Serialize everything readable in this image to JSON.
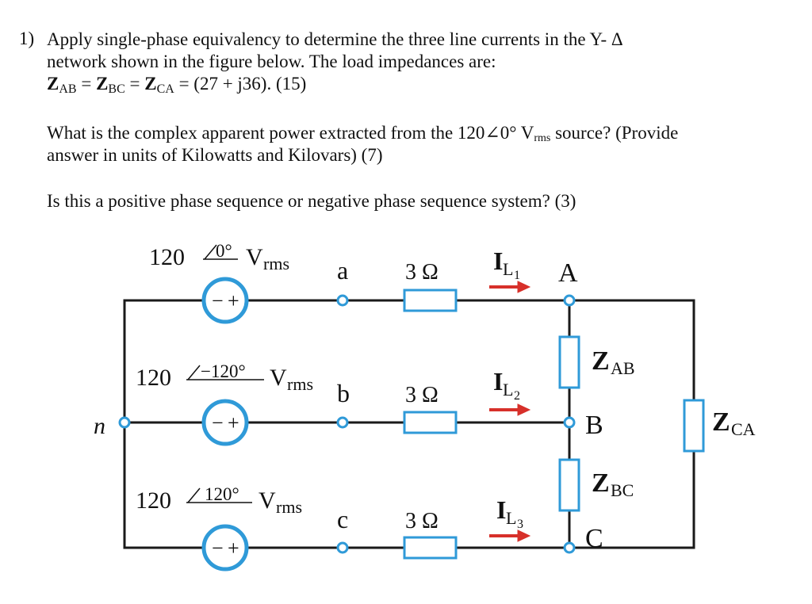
{
  "question": {
    "number": "1)",
    "line1": "Apply single-phase equivalency to determine the three line currents in the Y- Δ",
    "line2": "network shown in the figure below. The load impedances are:",
    "z_ab": "Z",
    "z_ab_sub": "AB",
    "z_bc": "Z",
    "z_bc_sub": "BC",
    "z_ca": "Z",
    "z_ca_sub": "CA",
    "impedance_value": "= (27 + j36). (15)",
    "eq": "=",
    "part2_a": "What is the complex apparent power extracted from the 120∠0° V",
    "part2_sub": "rms",
    "part2_b": " source? (Provide",
    "part2_line2": "answer in units of Kilowatts and Kilovars) (7)",
    "part3": "Is this a positive phase sequence or negative phase sequence system? (3)"
  },
  "diagram": {
    "source_a": {
      "mag": "120",
      "angle": "0°",
      "unit": "V",
      "unit_sub": "rms"
    },
    "source_b": {
      "mag": "120",
      "angle": "−120°",
      "unit": "V",
      "unit_sub": "rms"
    },
    "source_c": {
      "mag": "120",
      "angle": "120°",
      "unit": "V",
      "unit_sub": "rms"
    },
    "node_a": "a",
    "node_b": "b",
    "node_c": "c",
    "node_n": "n",
    "node_A": "A",
    "node_B": "B",
    "node_C": "C",
    "line_resistance": "3 Ω",
    "current_1": {
      "main": "I",
      "sub": "L",
      "subsub": "1"
    },
    "current_2": {
      "main": "I",
      "sub": "L",
      "subsub": "2"
    },
    "current_3": {
      "main": "I",
      "sub": "L",
      "subsub": "3"
    },
    "load_ab": {
      "main": "Z",
      "sub": "AB"
    },
    "load_bc": {
      "main": "Z",
      "sub": "BC"
    },
    "load_ca": {
      "main": "Z",
      "sub": "CA"
    },
    "sign_minus": "−",
    "sign_plus": "+",
    "colors": {
      "wire": "#1a1a1a",
      "component": "#2f9ad8",
      "arrow": "#d7302a"
    }
  }
}
